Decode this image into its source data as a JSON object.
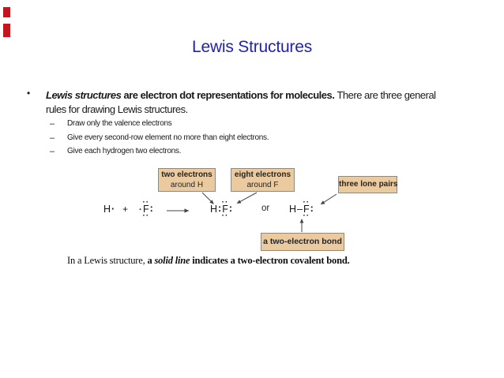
{
  "slide": {
    "title": "Lewis Structures",
    "colors": {
      "title_blue": "#2222b2",
      "accent_red": "#c4161c",
      "callout_box_fill": "#ebca9f",
      "callout_box_border": "#8d8b80"
    }
  },
  "bullet": {
    "marker": "•",
    "term_bold_italic": "Lewis structures",
    "bold_text": " are electron dot representations for molecules. ",
    "line1_rest": "There are three general",
    "line2": "rules for drawing Lewis structures."
  },
  "sub_bullets": {
    "marker": "–",
    "items": [
      "Draw only the valence electrons",
      "Give every second-row element no more than eight electrons.",
      "Give each hydrogen two electrons."
    ]
  },
  "figure": {
    "callouts": {
      "box1": {
        "line1": "two electrons",
        "line2": "around H"
      },
      "box2": {
        "line1": "eight electrons",
        "line2": "around F"
      },
      "box3": "three lone pairs",
      "box4": "a two-electron bond"
    },
    "equation": {
      "h": "H",
      "single_dot": "·",
      "plus": "+",
      "f": "F",
      "dot_pair": "··",
      "colon": ":",
      "or": "or",
      "bond_line": "–"
    }
  },
  "caption": {
    "normal_lead": "In a Lewis structure, ",
    "bold_a": "a ",
    "bold_italic": "solid line",
    "bold_rest": " indicates a two-electron covalent bond."
  }
}
